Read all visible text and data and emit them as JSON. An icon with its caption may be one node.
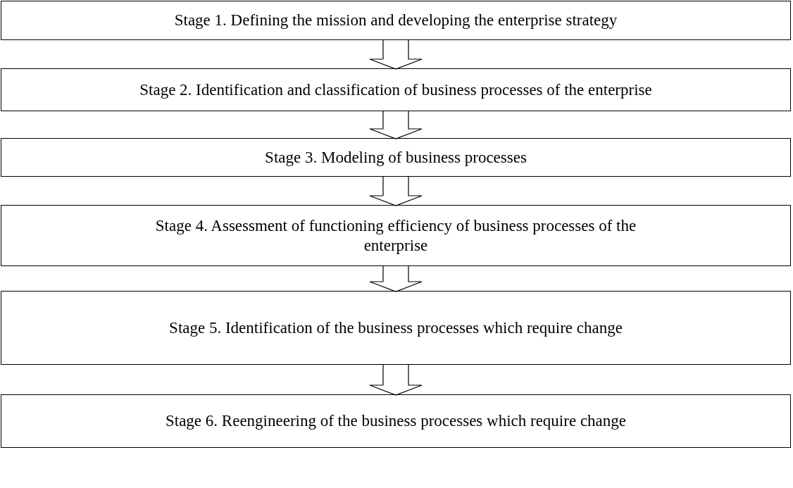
{
  "diagram": {
    "nodes": [
      {
        "text": [
          "Stage 1. Defining the mission and developing the enterprise strategy"
        ]
      },
      {
        "text": [
          "Stage 2. Identification and classification of business processes of the enterprise"
        ]
      },
      {
        "text": [
          "Stage 3. Modeling of business processes"
        ]
      },
      {
        "text": [
          "Stage 4. Assessment of functioning efficiency of business processes of the enterprise"
        ]
      },
      {
        "text": [
          "Stage 5. Identification of the business processes which require change"
        ]
      },
      {
        "text": [
          "Stage 6. Reengineering of the business processes which require change"
        ]
      }
    ],
    "edges": [
      {
        "from": 0,
        "to": 1,
        "arrow": "to"
      },
      {
        "from": 1,
        "to": 2,
        "arrow": "to"
      },
      {
        "from": 2,
        "to": 3,
        "arrow": "to"
      },
      {
        "from": 3,
        "to": 4,
        "arrow": "to"
      },
      {
        "from": 4,
        "to": 5,
        "arrow": "to"
      }
    ]
  }
}
